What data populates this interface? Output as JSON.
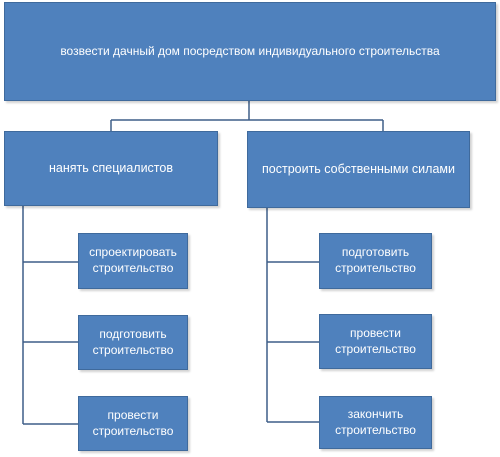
{
  "colors": {
    "node_fill": "#4f81bd",
    "connector": "#3f5f88"
  },
  "diagram": {
    "root": {
      "label": "возвести дачный дом посредством индивидуального строительства"
    },
    "branches": [
      {
        "label": "нанять специалистов",
        "children": [
          {
            "label": "спроектировать строительство"
          },
          {
            "label": "подготовить строительство"
          },
          {
            "label": "провести строительство"
          }
        ]
      },
      {
        "label": "построить собственными силами",
        "children": [
          {
            "label": "подготовить строительство"
          },
          {
            "label": "провести строительство"
          },
          {
            "label": "закончить строительство"
          }
        ]
      }
    ]
  }
}
